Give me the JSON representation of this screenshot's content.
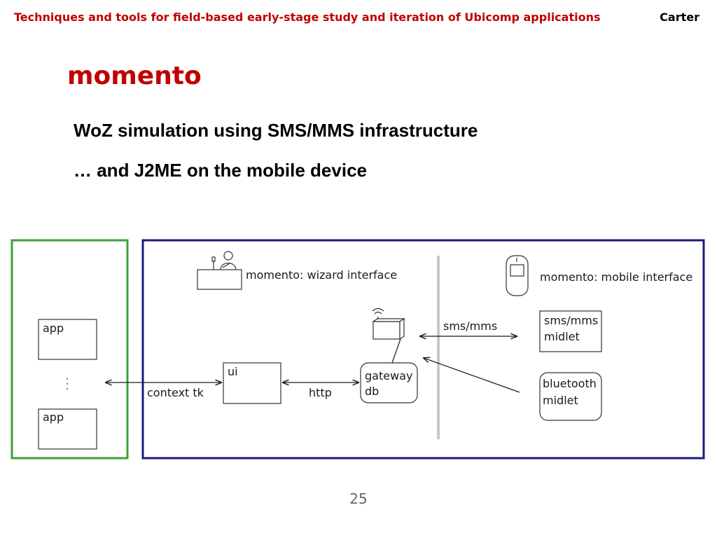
{
  "header": {
    "title": "Techniques and tools for field-based early-stage study and iteration of Ubicomp applications",
    "author": "Carter"
  },
  "slide": {
    "title": "momento",
    "bullets": [
      "WoZ simulation using SMS/MMS infrastructure",
      "… and J2ME on the mobile device"
    ],
    "page_number": "25"
  },
  "diagram": {
    "colors": {
      "green_frame": "#3aa23a",
      "blue_frame": "#1a1a7a",
      "separator": "#c8c8c8"
    },
    "apps": {
      "top": "app",
      "bottom": "app"
    },
    "wizard_label": "momento: wizard interface",
    "mobile_label": "momento: mobile interface",
    "ui": "ui",
    "gateway": {
      "line1": "gateway",
      "line2": "db"
    },
    "sms_midlet": {
      "line1": "sms/mms",
      "line2": "midlet"
    },
    "bt_midlet": {
      "line1": "bluetooth",
      "line2": "midlet"
    },
    "arrows": {
      "context": "context tk",
      "http": "http",
      "sms": "sms/mms"
    }
  }
}
